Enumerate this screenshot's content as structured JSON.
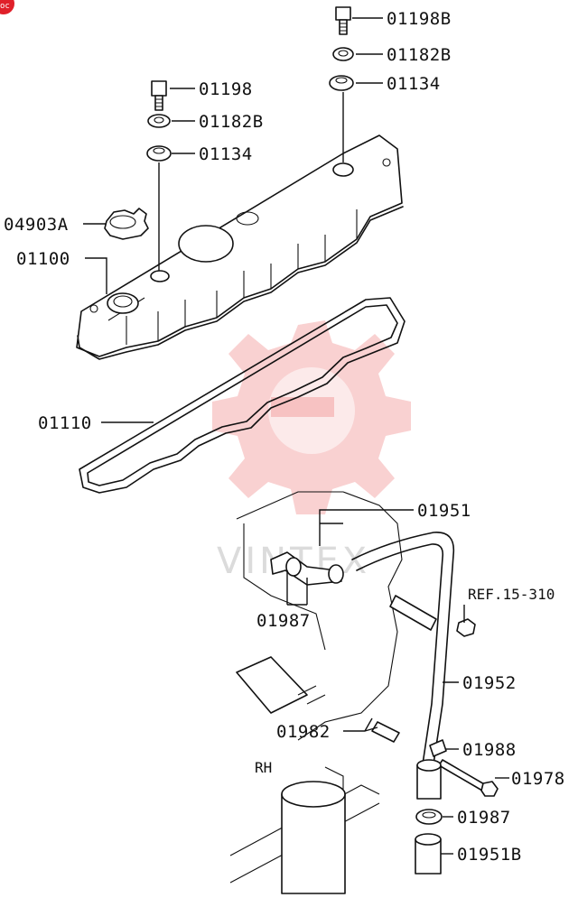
{
  "watermark": {
    "text": "VINTEX",
    "color": "#e8585a"
  },
  "corner_badge": {
    "text": "oc",
    "color": "#e0202a"
  },
  "callouts": {
    "bolt_rh": "01198B",
    "washer_rh": "01182B",
    "grommet_rh": "01134",
    "bolt_lh": "01198",
    "washer_lh": "01182B",
    "grommet_lh": "01134",
    "oil_cap": "04903A",
    "rocker_cover": "01100",
    "gasket": "01110",
    "hose_upper": "01951",
    "clamp_upper": "01987",
    "ref": "REF.15-310",
    "breather_pipe": "01952",
    "nipple": "01982",
    "clip": "01988",
    "pipe_bolt": "01978",
    "clamp_lower": "01987",
    "hose_lower": "01951B",
    "side_label": "RH"
  }
}
